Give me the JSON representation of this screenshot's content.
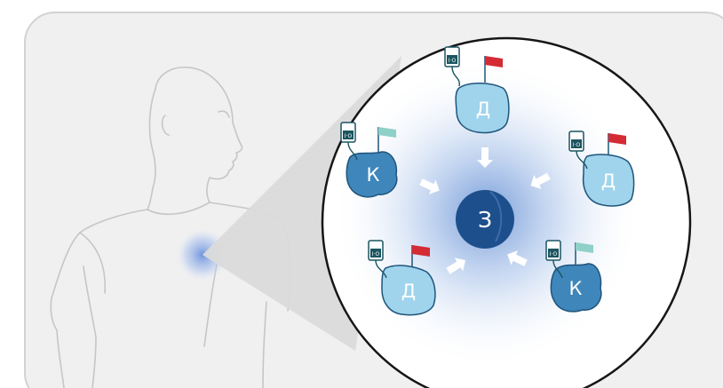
{
  "diagram": {
    "center_label": "З",
    "cells": [
      {
        "label": "Д",
        "kind": "donor",
        "flag_color": "#d42b34"
      },
      {
        "label": "К",
        "kind": "control",
        "flag_color": "#8fd0c8"
      },
      {
        "label": "Д",
        "kind": "donor",
        "flag_color": "#d42b34"
      },
      {
        "label": "Д",
        "kind": "donor",
        "flag_color": "#d42b34"
      },
      {
        "label": "К",
        "kind": "control",
        "flag_color": "#8fd0c8"
      }
    ],
    "iv_bag_label": "I·O",
    "colors": {
      "panel_fill": "#f0f0f0",
      "panel_stroke": "#d2d2d2",
      "circle_stroke": "#161616",
      "glow": "#8fb2e3",
      "center_fill": "#1d4f8c",
      "light_cell": "#9fd4ec",
      "dark_cell": "#3f86bb",
      "cell_stroke": "#1f557c",
      "iv_stroke": "#1a5560",
      "cone": "#dedede",
      "figure_line": "#c2c2c2",
      "arrow": "#ffffff"
    }
  }
}
